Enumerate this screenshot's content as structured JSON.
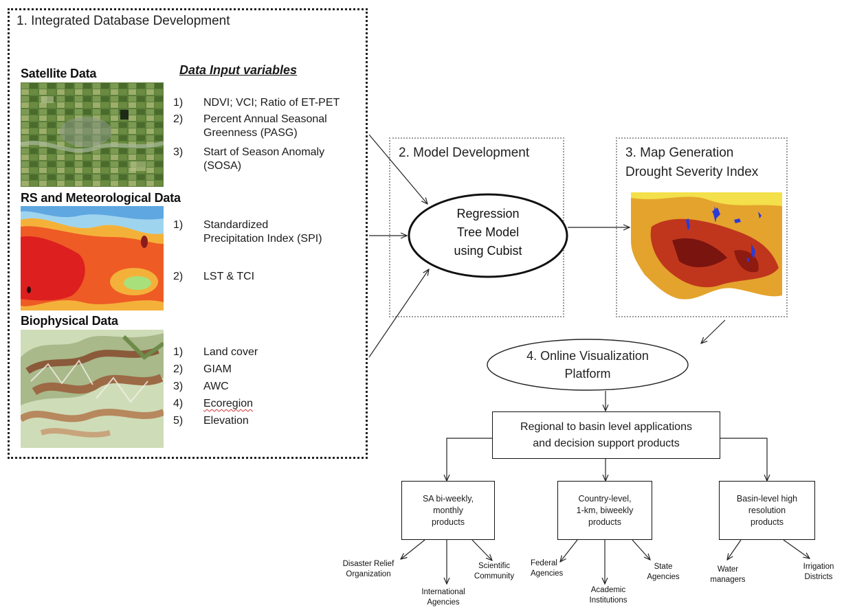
{
  "section1": {
    "title": "1. Integrated Database Development",
    "input_heading": "Data Input variables",
    "satellite": {
      "heading": "Satellite Data",
      "items": [
        {
          "num": "1)",
          "text": "NDVI; VCI; Ratio of ET-PET"
        },
        {
          "num": "2)",
          "text": "Percent Annual Seasonal Greenness (PASG)"
        },
        {
          "num": "3)",
          "text": "Start of Season Anomaly (SOSA)"
        }
      ]
    },
    "meteo": {
      "heading": "RS and Meteorological Data",
      "items": [
        {
          "num": "1)",
          "text": "Standardized Precipitation Index (SPI)"
        },
        {
          "num": "2)",
          "text": "LST & TCI"
        }
      ]
    },
    "biophysical": {
      "heading": "Biophysical Data",
      "items": [
        {
          "num": "1)",
          "text": "Land cover"
        },
        {
          "num": "2)",
          "text": "GIAM"
        },
        {
          "num": "3)",
          "text": "AWC"
        },
        {
          "num": "4)",
          "text": "Ecoregion"
        },
        {
          "num": "5)",
          "text": "Elevation"
        }
      ]
    }
  },
  "section2": {
    "title": "2. Model Development",
    "model_line1": "Regression",
    "model_line2": "Tree Model",
    "model_line3": "using Cubist"
  },
  "section3": {
    "title_line1": "3. Map Generation",
    "title_line2": "Drought Severity Index"
  },
  "section4": {
    "line1": "4. Online Visualization",
    "line2": "Platform"
  },
  "applications": {
    "line1": "Regional to basin level applications",
    "line2": "and decision support products"
  },
  "products": [
    {
      "line1": "SA bi-weekly,",
      "line2": "monthly",
      "line3": "products"
    },
    {
      "line1": "Country-level,",
      "line2": "1-km, biweekly",
      "line3": "products"
    },
    {
      "line1": "Basin-level high",
      "line2": "resolution",
      "line3": "products"
    }
  ],
  "users": {
    "disaster": [
      "Disaster Relief",
      "Organization"
    ],
    "international": [
      "International",
      "Agencies"
    ],
    "scientific": [
      "Scientific",
      "Community"
    ],
    "federal": [
      "Federal",
      "Agencies"
    ],
    "academic": [
      "Academic",
      "Institutions"
    ],
    "state": [
      "State",
      "Agencies"
    ],
    "water": [
      "Water",
      "managers"
    ],
    "irrigation": [
      "Irrigation",
      "Districts"
    ]
  }
}
